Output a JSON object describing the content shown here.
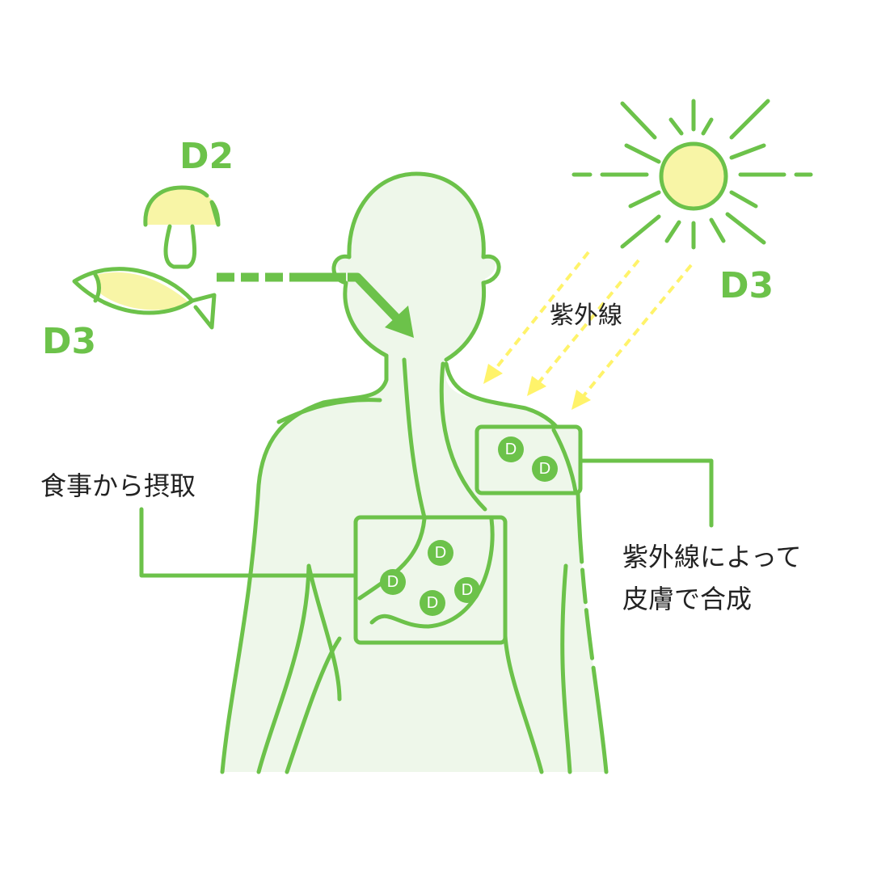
{
  "colors": {
    "green": "#6cc24a",
    "body_fill": "#eef7ea",
    "yellow": "#f8f5a6",
    "uv_arrow": "#fff36a"
  },
  "food": {
    "mushroom_label": "D2",
    "fish_label": "D3"
  },
  "sun": {
    "label": "D3",
    "uv_label": "紫外線"
  },
  "intake_label": "食事から摂取",
  "synthesis_label": [
    "紫外線によって",
    "皮膚で合成"
  ],
  "vitamin_marker": "D"
}
